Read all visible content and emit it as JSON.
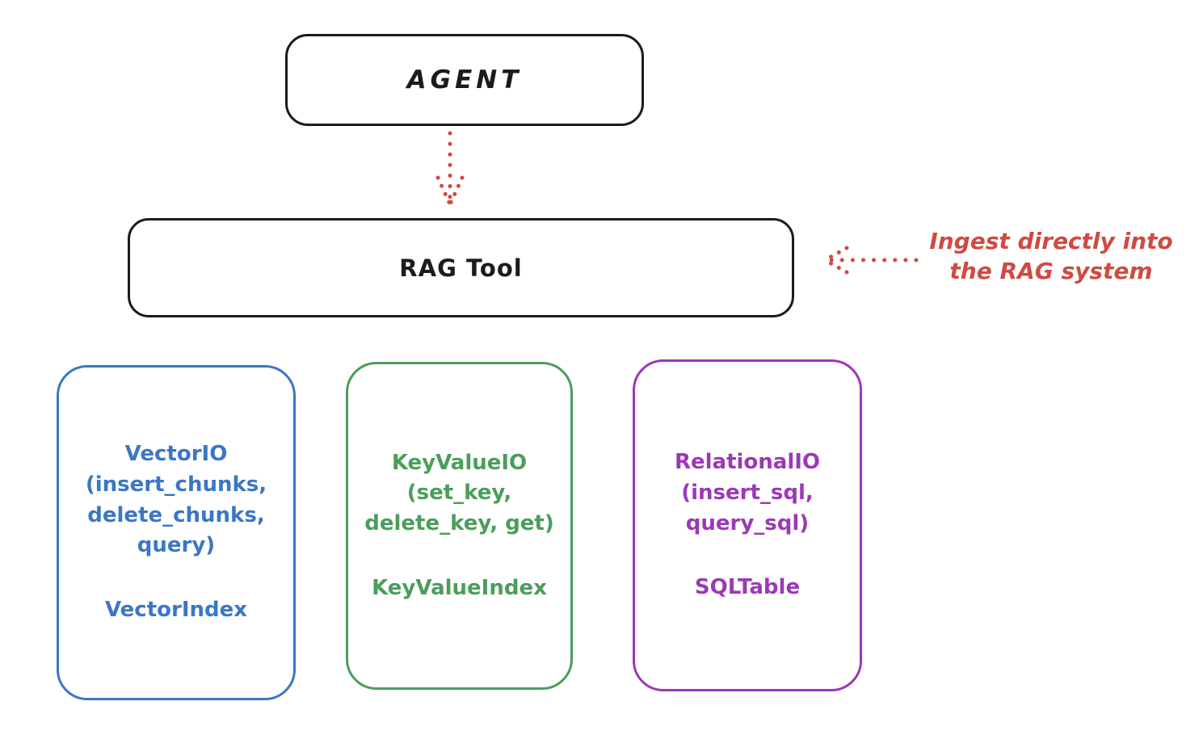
{
  "diagram": {
    "agent": {
      "label": "AGENT"
    },
    "rag_tool": {
      "label": "RAG Tool"
    },
    "annotation": {
      "line1": "Ingest directly into",
      "line2": "the RAG system"
    },
    "io_boxes": [
      {
        "title": "VectorIO",
        "methods": [
          "(insert_chunks,",
          "delete_chunks,",
          "query)"
        ],
        "index": "VectorIndex",
        "color": "#3b77c4"
      },
      {
        "title": "KeyValueIO",
        "methods": [
          "(set_key,",
          "delete_key, get)"
        ],
        "index": "KeyValueIndex",
        "color": "#4a9e5a"
      },
      {
        "title": "RelationalIO",
        "methods": [
          "(insert_sql,",
          "query_sql)"
        ],
        "index": "SQLTable",
        "color": "#9c38b8"
      }
    ],
    "colors": {
      "black": "#1b1b1b",
      "red": "#d04a42",
      "blue": "#3b77c4",
      "green": "#4a9e5a",
      "purple": "#9c38b8"
    }
  }
}
